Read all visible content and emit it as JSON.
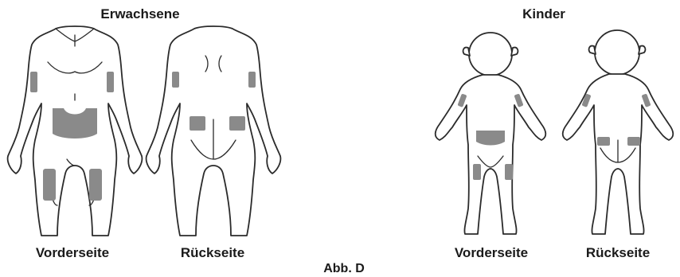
{
  "adults": {
    "heading": "Erwachsene",
    "front_label": "Vorderseite",
    "back_label": "Rückseite"
  },
  "children": {
    "heading": "Kinder",
    "front_label": "Vorderseite",
    "back_label": "Rückseite"
  },
  "caption": "Abb. D",
  "colors": {
    "injection_zone": "#8a8a8a",
    "outline": "#2b2b2b",
    "background": "#ffffff"
  }
}
